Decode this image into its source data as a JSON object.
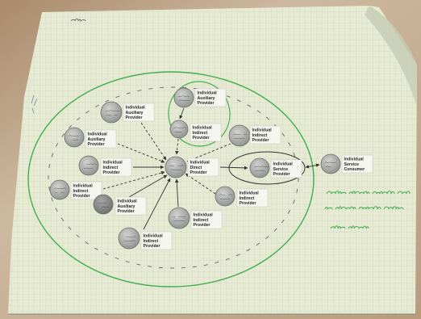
{
  "diagram": {
    "nodes": [
      {
        "lines": [
          "Individual",
          "Auxiliary",
          "Provider"
        ]
      },
      {
        "lines": [
          "Individual",
          "Indirect",
          "Provider"
        ]
      },
      {
        "lines": [
          "Individual",
          "Auxiliary",
          "Provider"
        ]
      },
      {
        "lines": [
          "Individual",
          "Auxiliary",
          "Provider"
        ]
      },
      {
        "lines": [
          "Individual",
          "Indirect",
          "Provider"
        ]
      },
      {
        "lines": [
          "Individual",
          "Direct",
          "Provider"
        ]
      },
      {
        "lines": [
          "Individual",
          "Indirect",
          "Provider"
        ]
      },
      {
        "lines": [
          "Individual",
          "Service",
          "Provider"
        ]
      },
      {
        "lines": [
          "Individual",
          "Service",
          "Consumer"
        ]
      },
      {
        "lines": [
          "Individual",
          "Indirect",
          "Provider"
        ]
      },
      {
        "lines": [
          "Individual",
          "Auxiliary",
          "Provider"
        ]
      },
      {
        "lines": [
          "Individual",
          "Indirect",
          "Provider"
        ]
      },
      {
        "lines": [
          "Individual",
          "Indirect",
          "Provider"
        ]
      },
      {
        "lines": [
          "Individual",
          "Indirect",
          "Provider"
        ]
      }
    ]
  },
  "colors": {
    "paper": "#e6ead3",
    "green_ink": "#3fae4f",
    "node_fill": "#a9aaa7",
    "ink": "#333333"
  }
}
